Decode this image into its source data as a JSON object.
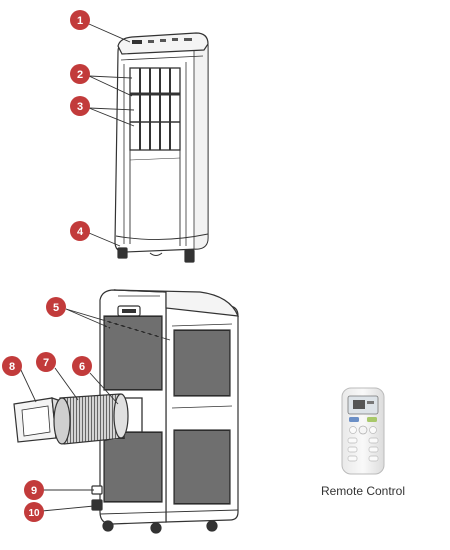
{
  "callouts": [
    {
      "id": "1",
      "label": "1"
    },
    {
      "id": "2",
      "label": "2"
    },
    {
      "id": "3",
      "label": "3"
    },
    {
      "id": "4",
      "label": "4"
    },
    {
      "id": "5",
      "label": "5"
    },
    {
      "id": "6",
      "label": "6"
    },
    {
      "id": "7",
      "label": "7"
    },
    {
      "id": "8",
      "label": "8"
    },
    {
      "id": "9",
      "label": "9"
    },
    {
      "id": "10",
      "label": "10"
    }
  ],
  "remote": {
    "caption": "Remote Control"
  },
  "colors": {
    "callout": "#c23b3b",
    "line": "#333333",
    "lcd_screen": "#dde3e8",
    "remote_button_blue": "#6b8fc6",
    "remote_button_green": "#a8c86a"
  }
}
